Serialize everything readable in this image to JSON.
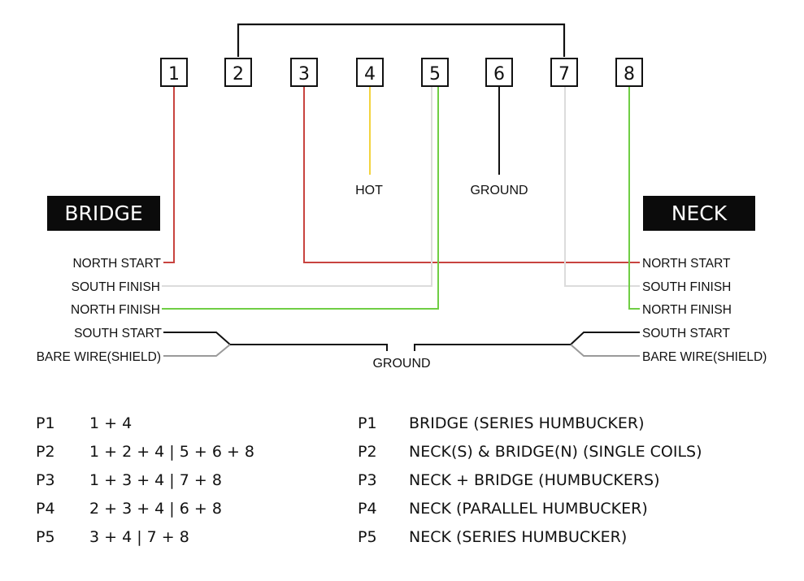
{
  "terminals": [
    "1",
    "2",
    "3",
    "4",
    "5",
    "6",
    "7",
    "8"
  ],
  "top_labels": {
    "hot": "HOT",
    "ground": "GROUND"
  },
  "pickups": {
    "bridge": {
      "title": "BRIDGE",
      "wires": [
        "NORTH START",
        "SOUTH FINISH",
        "NORTH FINISH",
        "SOUTH START",
        "BARE WIRE(SHIELD)"
      ]
    },
    "neck": {
      "title": "NECK",
      "wires": [
        "NORTH START",
        "SOUTH FINISH",
        "NORTH FINISH",
        "SOUTH START",
        "BARE WIRE(SHIELD)"
      ]
    }
  },
  "bottom_ground_label": "GROUND",
  "positions_left": [
    {
      "pos": "P1",
      "combo": "1 + 4"
    },
    {
      "pos": "P2",
      "combo": "1 + 2 + 4 | 5 + 6 + 8"
    },
    {
      "pos": "P3",
      "combo": "1 + 3 + 4 | 7 + 8"
    },
    {
      "pos": "P4",
      "combo": "2 + 3 + 4 | 6 + 8"
    },
    {
      "pos": "P5",
      "combo": "3 + 4 | 7 + 8"
    }
  ],
  "positions_right": [
    {
      "pos": "P1",
      "desc": "BRIDGE (SERIES HUMBUCKER)"
    },
    {
      "pos": "P2",
      "desc": "NECK(S) & BRIDGE(N) (SINGLE COILS)"
    },
    {
      "pos": "P3",
      "desc": "NECK + BRIDGE (HUMBUCKERS)"
    },
    {
      "pos": "P4",
      "desc": "NECK (PARALLEL HUMBUCKER)"
    },
    {
      "pos": "P5",
      "desc": "NECK (SERIES HUMBUCKER)"
    }
  ],
  "colors": {
    "red": "#c8433f",
    "yellow": "#f3d33e",
    "green": "#6fce44",
    "white_wire": "#dcdcdc",
    "black": "#111111",
    "gray_wire": "#9a9a9a"
  }
}
